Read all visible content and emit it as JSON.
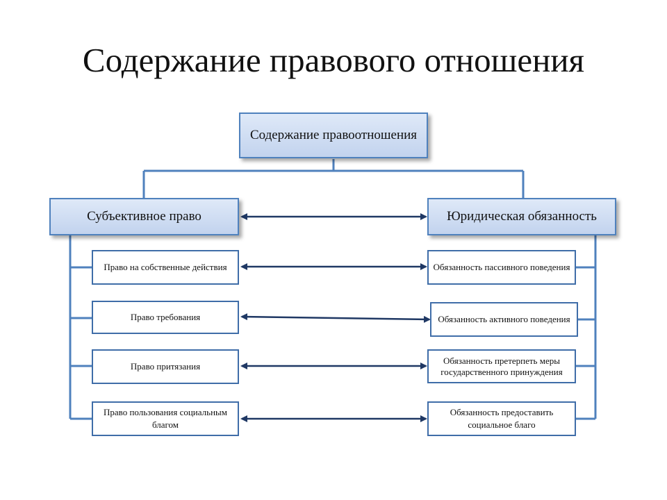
{
  "title": "Содержание правового отношения",
  "root": {
    "label": "Содержание правоотношения"
  },
  "left_head": {
    "label": "Субъективное право"
  },
  "right_head": {
    "label": "Юридическая обязанность"
  },
  "left_items": [
    {
      "label": "Право на собственные действия"
    },
    {
      "label": "Право требования"
    },
    {
      "label": "Право притязания"
    },
    {
      "label": "Право пользования социальным благом"
    }
  ],
  "right_items": [
    {
      "label": "Обязанность пассивного поведения"
    },
    {
      "label": "Обязанность активного поведения"
    },
    {
      "label": "Обязанность претерпеть меры государственного принуждения"
    },
    {
      "label": "Обязанность предоставить социальное благо"
    }
  ],
  "colors": {
    "line": "#4f81bd",
    "border": "#3f6da8",
    "fill": "#c8d8f0",
    "arrow": "#1f3864"
  }
}
